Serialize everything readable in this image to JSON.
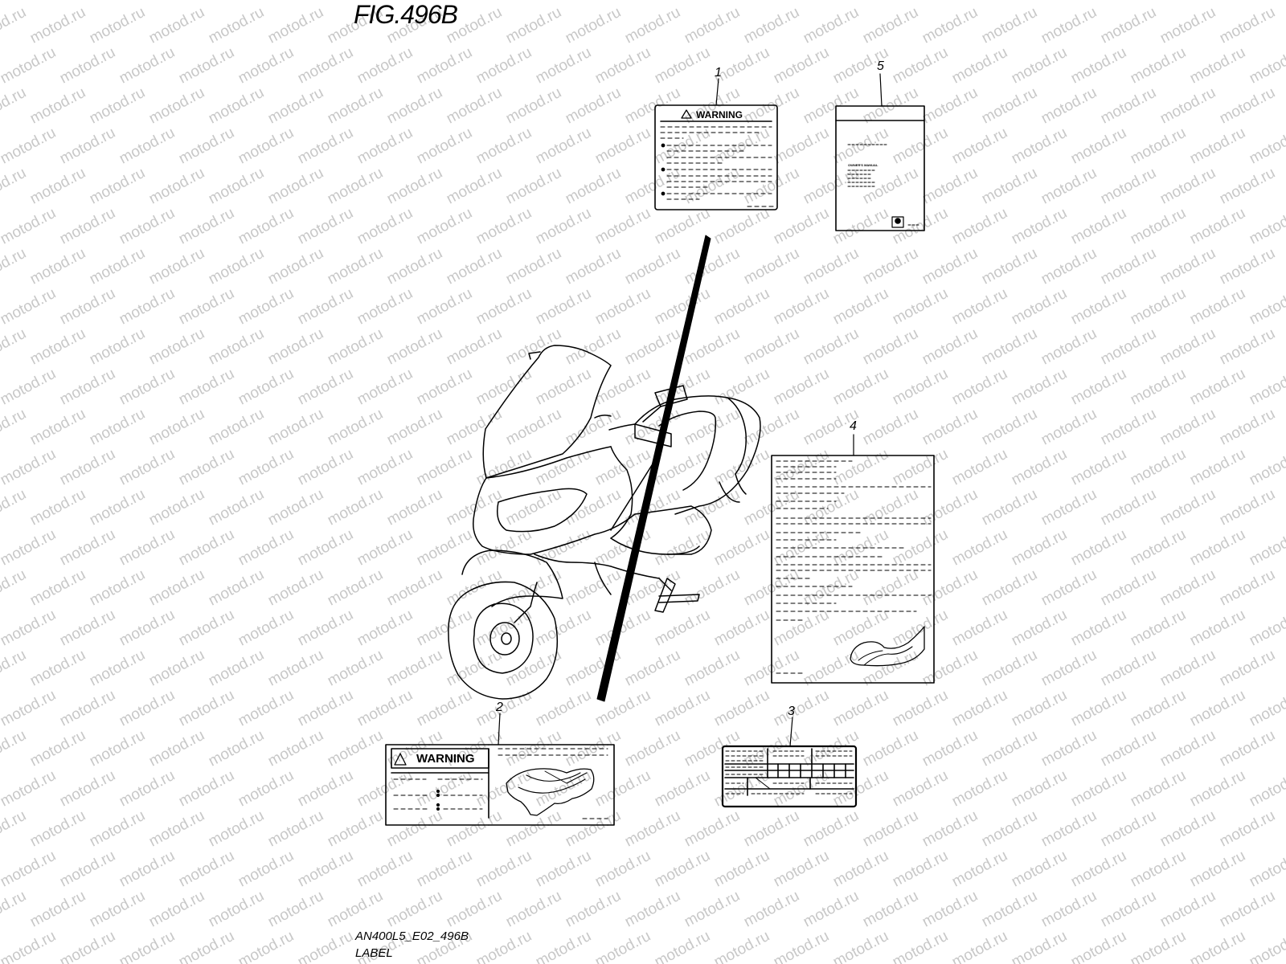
{
  "figure": {
    "title": "FIG.496B"
  },
  "footer": {
    "code": "AN400L5_E02_496B",
    "name": "LABEL"
  },
  "callouts": [
    "1",
    "2",
    "3",
    "4",
    "5"
  ],
  "labels": {
    "warning_text": "WARNING",
    "manual_title": "OWNER'S MANUAL"
  },
  "watermark": {
    "text": "motod.ru"
  }
}
